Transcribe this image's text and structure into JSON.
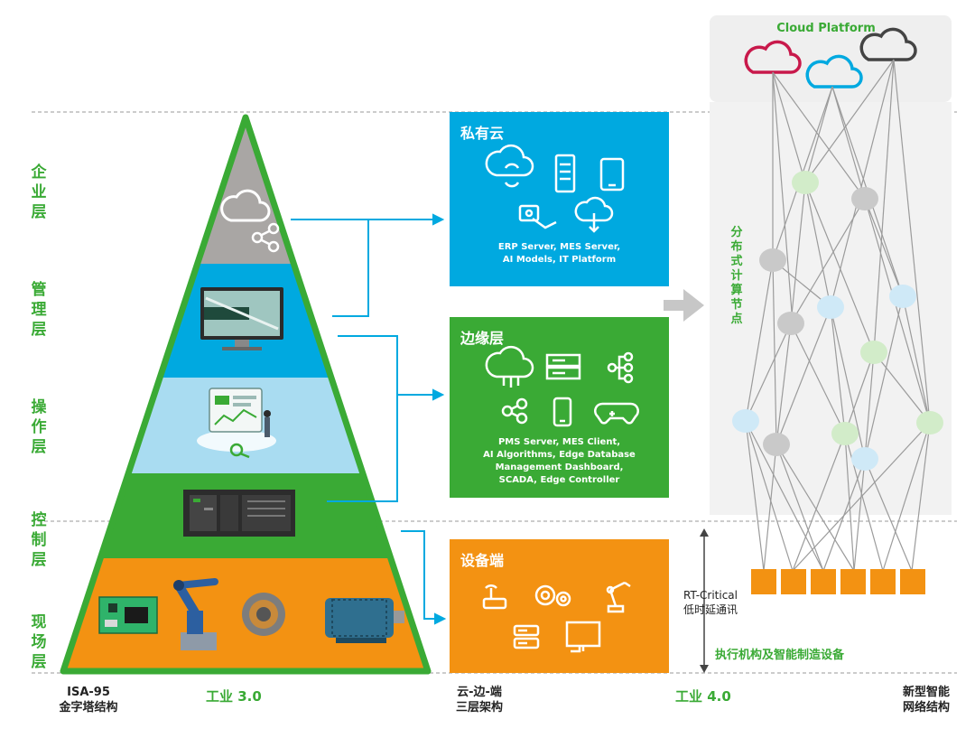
{
  "left_layers": [
    "企\n业\n层",
    "管\n理\n层",
    "操\n作\n层",
    "控\n制\n层",
    "现\n场\n层"
  ],
  "bottom": {
    "isa95": "ISA-95\n金字塔结构",
    "industry3": "工业 3.0",
    "cloud_edge_end": "云-边-端\n三层架构",
    "industry4": "工业 4.0",
    "new_network": "新型智能\n网络结构"
  },
  "private_cloud": {
    "title": "私有云",
    "desc": "ERP Server, MES Server,\nAI Models, IT Platform",
    "color": "#00a9e0"
  },
  "edge_layer": {
    "title": "边缘层",
    "desc": "PMS Server, MES Client,\nAI Algorithms, Edge Database\nManagement Dashboard,\nSCADA, Edge Controller",
    "color": "#3aaa35"
  },
  "device_end": {
    "title": "设备端",
    "color": "#f39212"
  },
  "network": {
    "cloud_platform": "Cloud Platform",
    "distributed_nodes": "分\n布\n式\n计\n算\n节\n点",
    "rt_critical": "RT-Critical\n低时延通讯",
    "actuators": "执行机构及智能制造设备"
  },
  "icons": {
    "pyramid_top": [
      "cloud-icon",
      "share-icon"
    ],
    "private_cloud": [
      "cloud-sync-icon",
      "server-tower-icon",
      "tablet-icon",
      "money-hand-icon",
      "cloud-download-icon"
    ],
    "edge_layer": [
      "cloud-network-icon",
      "server-rack-icon",
      "hierarchy-icon",
      "people-network-icon",
      "smartphone-icon",
      "gamepad-icon"
    ],
    "device_end": [
      "router-icon",
      "gears-icon",
      "robot-arm-icon",
      "server-stack-icon",
      "monitor-icon"
    ]
  },
  "colors": {
    "green": "#3aaa35",
    "blue": "#00a9e0",
    "orange": "#f39212",
    "gray": "#a9a6a4",
    "light_blue": "#a9dcf1"
  }
}
